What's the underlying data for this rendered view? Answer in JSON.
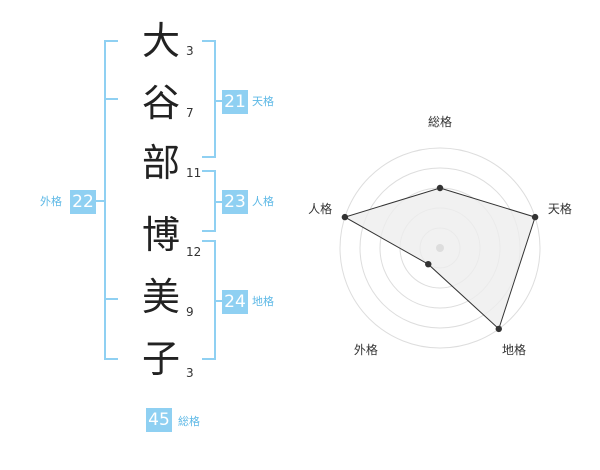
{
  "name": {
    "chars": [
      {
        "char": "大",
        "strokes": "3"
      },
      {
        "char": "谷",
        "strokes": "7"
      },
      {
        "char": "部",
        "strokes": "11"
      },
      {
        "char": "博",
        "strokes": "12"
      },
      {
        "char": "美",
        "strokes": "9"
      },
      {
        "char": "子",
        "strokes": "3"
      }
    ]
  },
  "fortunes": {
    "tenkaku": {
      "value": "21",
      "label": "天格"
    },
    "jinkaku": {
      "value": "23",
      "label": "人格"
    },
    "chikaku": {
      "value": "24",
      "label": "地格"
    },
    "gaikaku": {
      "value": "22",
      "label": "外格"
    },
    "soukaku": {
      "value": "45",
      "label": "総格"
    }
  },
  "radar": {
    "axes": [
      "総格",
      "天格",
      "地格",
      "外格",
      "人格"
    ],
    "levels": 5,
    "values": [
      3,
      5,
      5,
      1,
      5
    ]
  },
  "colors": {
    "accent": "#8fd0f2",
    "accent_text": "#5cb8e6",
    "radar_fill": "#eeeeee",
    "radar_line": "#333333",
    "grid": "#dddddd"
  }
}
